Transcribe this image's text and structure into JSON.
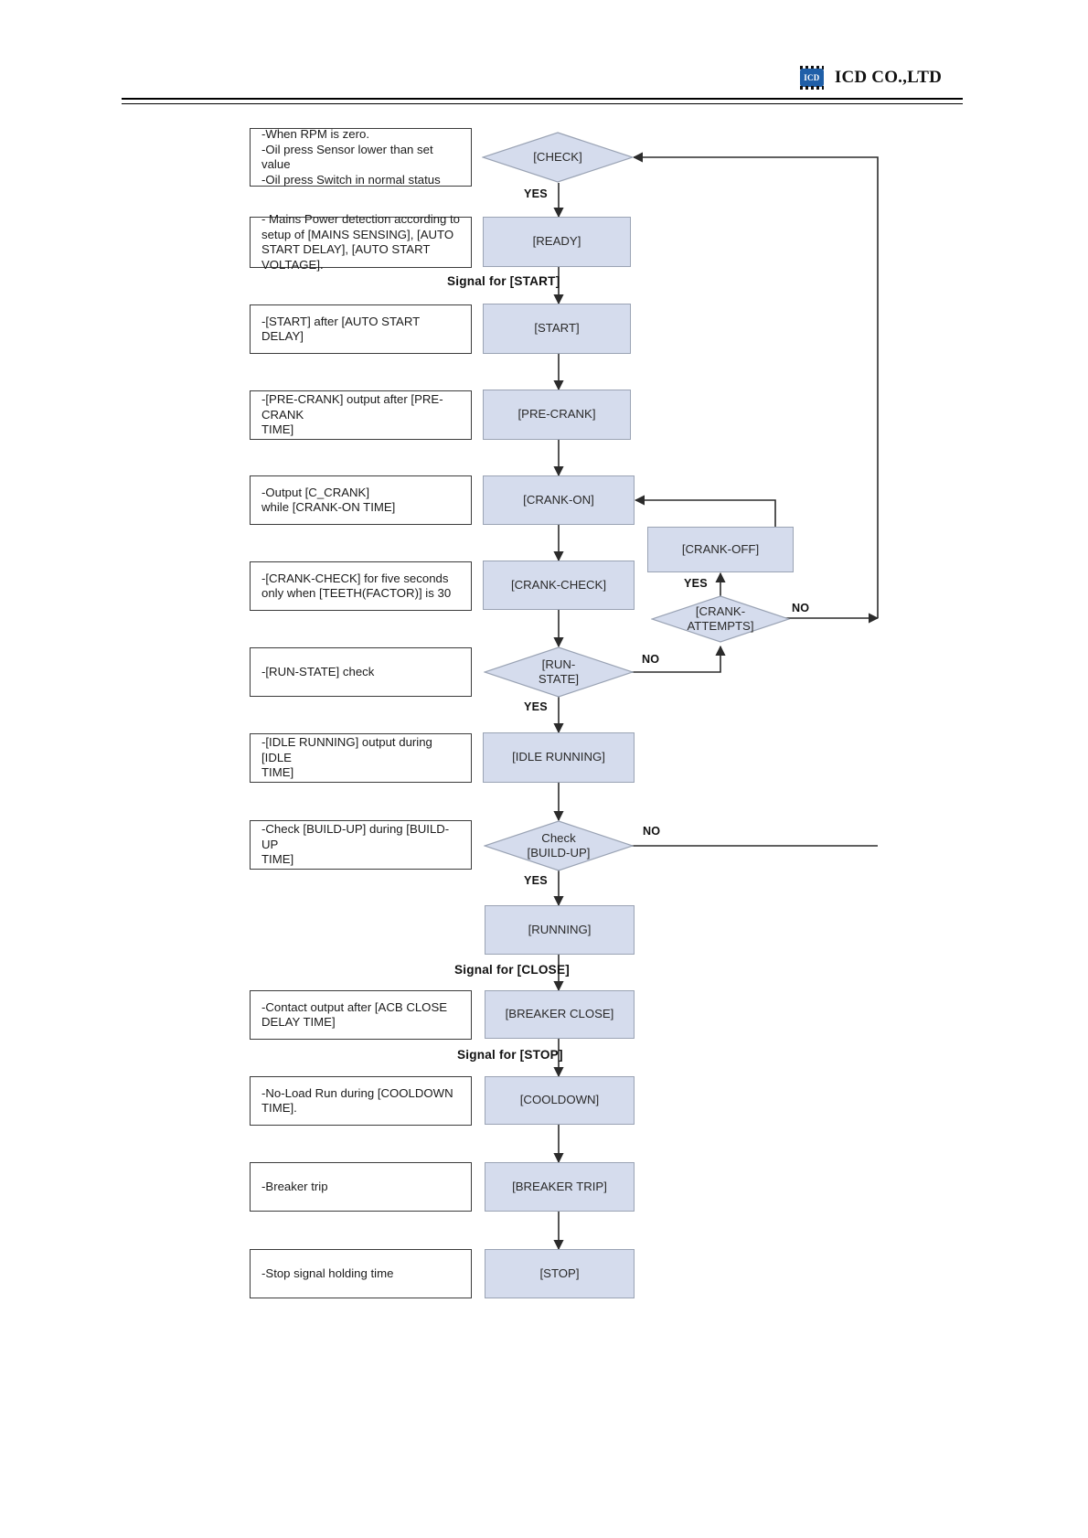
{
  "header": {
    "logo_icon": "chip-icon",
    "logo_chip_text": "ICD",
    "company": "ICD CO.,LTD"
  },
  "diagram": {
    "title": "Generator controller operating sequence flowchart",
    "colors": {
      "process_fill": "#d5dced",
      "process_border": "#9aa3b4",
      "desc_border": "#3b3b3b",
      "line": "#2b2b2b",
      "logo_blue": "#1f5fa8"
    },
    "descriptions": [
      {
        "id": "d-check",
        "text": "-When RPM is zero.\n-Oil press Sensor lower than set value\n-Oil press Switch in normal status"
      },
      {
        "id": "d-ready",
        "text": "- Mains Power detection according to\nsetup of [MAINS SENSING], [AUTO\nSTART DELAY], [AUTO START VOLTAGE]."
      },
      {
        "id": "d-start",
        "text": "-[START] after [AUTO START DELAY]"
      },
      {
        "id": "d-precrank",
        "text": "-[PRE-CRANK] output after [PRE-CRANK\nTIME]"
      },
      {
        "id": "d-crankon",
        "text": "-Output [C_CRANK]\n while [CRANK-ON TIME]"
      },
      {
        "id": "d-crankcheck",
        "text": "-[CRANK-CHECK] for five seconds\n only when [TEETH(FACTOR)] is 30"
      },
      {
        "id": "d-runstate",
        "text": "-[RUN-STATE] check"
      },
      {
        "id": "d-idle",
        "text": "-[IDLE RUNNING] output during [IDLE\nTIME]"
      },
      {
        "id": "d-buildup",
        "text": "-Check [BUILD-UP] during [BUILD-UP\nTIME]"
      },
      {
        "id": "d-breakerclose",
        "text": "-Contact output after [ACB CLOSE\nDELAY TIME]"
      },
      {
        "id": "d-cooldown",
        "text": "-No-Load Run during [COOLDOWN\nTIME]."
      },
      {
        "id": "d-breakertrip",
        "text": "-Breaker trip"
      },
      {
        "id": "d-stop",
        "text": "-Stop signal holding time"
      }
    ],
    "nodes": [
      {
        "id": "n-check",
        "type": "decision",
        "label": "[CHECK]"
      },
      {
        "id": "n-ready",
        "type": "process",
        "label": "[READY]"
      },
      {
        "id": "n-start",
        "type": "process",
        "label": "[START]"
      },
      {
        "id": "n-precrank",
        "type": "process",
        "label": "[PRE-CRANK]"
      },
      {
        "id": "n-crankon",
        "type": "process",
        "label": "[CRANK-ON]"
      },
      {
        "id": "n-crankoff",
        "type": "process",
        "label": "[CRANK-OFF]"
      },
      {
        "id": "n-crankcheck",
        "type": "process",
        "label": "[CRANK-CHECK]"
      },
      {
        "id": "n-crankattempts",
        "type": "decision",
        "label": "[CRANK-\nATTEMPTS]"
      },
      {
        "id": "n-runstate",
        "type": "decision",
        "label": "[RUN-\nSTATE]"
      },
      {
        "id": "n-idle",
        "type": "process",
        "label": "[IDLE RUNNING]"
      },
      {
        "id": "n-buildup",
        "type": "decision",
        "label": "Check\n[BUILD-UP]"
      },
      {
        "id": "n-running",
        "type": "process",
        "label": "[RUNNING]"
      },
      {
        "id": "n-breakerclose",
        "type": "process",
        "label": "[BREAKER CLOSE]"
      },
      {
        "id": "n-cooldown",
        "type": "process",
        "label": "[COOLDOWN]"
      },
      {
        "id": "n-breakertrip",
        "type": "process",
        "label": "[BREAKER TRIP]"
      },
      {
        "id": "n-stop",
        "type": "process",
        "label": "[STOP]"
      }
    ],
    "edge_labels": [
      {
        "id": "l-check-yes",
        "text": "YES"
      },
      {
        "id": "l-signal-start",
        "text": "Signal for [START]"
      },
      {
        "id": "l-attempts-yes",
        "text": "YES"
      },
      {
        "id": "l-attempts-no",
        "text": "NO"
      },
      {
        "id": "l-runstate-no",
        "text": "NO"
      },
      {
        "id": "l-runstate-yes",
        "text": "YES"
      },
      {
        "id": "l-buildup-no",
        "text": "NO"
      },
      {
        "id": "l-buildup-yes",
        "text": "YES"
      },
      {
        "id": "l-signal-close",
        "text": "Signal for [CLOSE]"
      },
      {
        "id": "l-signal-stop",
        "text": "Signal for [STOP]"
      }
    ]
  }
}
